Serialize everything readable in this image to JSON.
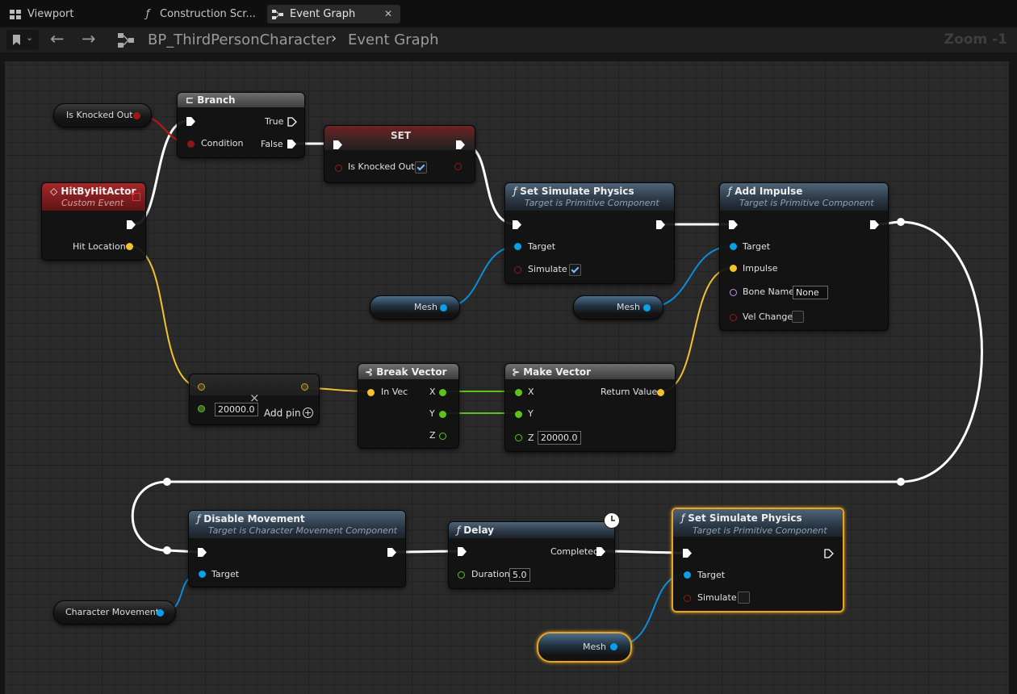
{
  "tabs": [
    {
      "label": "Viewport",
      "icon": "viewport-icon"
    },
    {
      "label": "Construction Scr...",
      "icon": "function-icon"
    },
    {
      "label": "Event Graph",
      "icon": "graph-icon",
      "active": true
    }
  ],
  "breadcrumb": {
    "blueprint": "BP_ThirdPersonCharacter",
    "graph": "Event Graph"
  },
  "zoom": "Zoom -1",
  "nodes": {
    "is_knocked_out_get": {
      "label": "Is Knocked Out"
    },
    "branch": {
      "title": "Branch",
      "pins": {
        "true": "True",
        "condition": "Condition",
        "false": "False"
      }
    },
    "set": {
      "title": "SET",
      "pin": "Is Knocked Out",
      "value": true
    },
    "hitbyhitactor": {
      "title": "HitByHitActor",
      "subtitle": "Custom Event",
      "pin": "Hit Location"
    },
    "set_simulate_physics_1": {
      "title": "Set Simulate Physics",
      "subtitle": "Target is Primitive Component",
      "pins": {
        "target": "Target",
        "simulate": "Simulate"
      },
      "simulate": true
    },
    "add_impulse": {
      "title": "Add Impulse",
      "subtitle": "Target is Primitive Component",
      "pins": {
        "target": "Target",
        "impulse": "Impulse",
        "bone": "Bone Name",
        "vel": "Vel Change"
      },
      "bone_value": "None",
      "vel_change": false
    },
    "mesh_1": {
      "label": "Mesh"
    },
    "mesh_2": {
      "label": "Mesh"
    },
    "multiply": {
      "value": "20000.0",
      "add_pin": "Add pin"
    },
    "break_vector": {
      "title": "Break Vector",
      "pins": {
        "in": "In Vec",
        "x": "X",
        "y": "Y",
        "z": "Z"
      }
    },
    "make_vector": {
      "title": "Make Vector",
      "pins": {
        "x": "X",
        "y": "Y",
        "z": "Z",
        "ret": "Return Value"
      },
      "z_value": "20000.0"
    },
    "disable_movement": {
      "title": "Disable Movement",
      "subtitle": "Target is Character Movement Component",
      "pin": "Target"
    },
    "delay": {
      "title": "Delay",
      "pins": {
        "completed": "Completed",
        "duration": "Duration"
      },
      "duration_value": "5.0"
    },
    "set_simulate_physics_2": {
      "title": "Set Simulate Physics",
      "subtitle": "Target is Primitive Component",
      "pins": {
        "target": "Target",
        "simulate": "Simulate"
      },
      "simulate": false
    },
    "character_movement": {
      "label": "Character Movement"
    },
    "mesh_3": {
      "label": "Mesh"
    }
  },
  "colors": {
    "exec": "#ffffff",
    "bool": "#a31616",
    "object": "#0aa0e8",
    "vector": "#f2c230",
    "float": "#7ed321",
    "name": "#c792ea",
    "select": "#e8a324"
  }
}
